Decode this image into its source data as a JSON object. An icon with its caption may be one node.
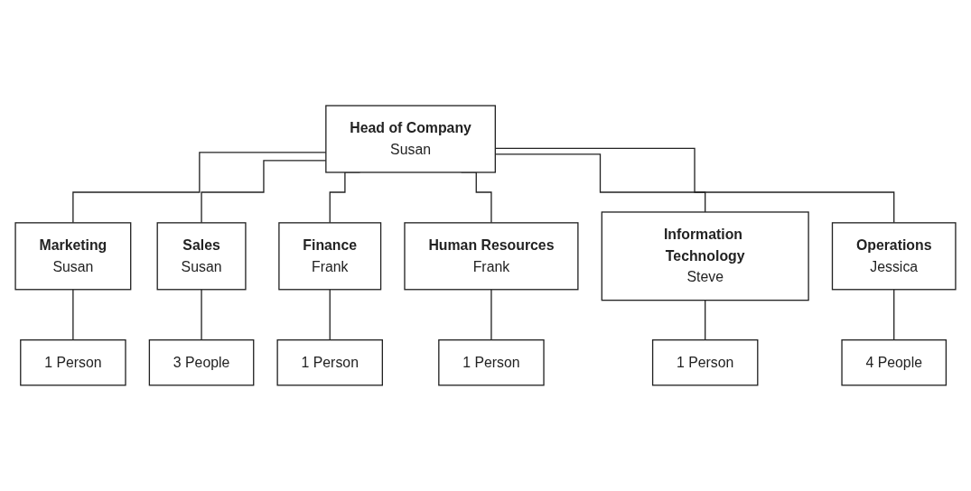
{
  "diagram": {
    "nodes": [
      {
        "text": [
          "Head of Company",
          "Susan"
        ]
      },
      {
        "text": [
          "Marketing",
          "Susan"
        ]
      },
      {
        "text": [
          "Sales",
          "Susan"
        ]
      },
      {
        "text": [
          "Finance",
          "Frank"
        ]
      },
      {
        "text": [
          "Human Resources",
          "Frank"
        ]
      },
      {
        "text": [
          "Information Technology",
          "Steve"
        ]
      },
      {
        "text": [
          "Operations",
          "Jessica"
        ]
      },
      {
        "text": [
          "1 Person"
        ]
      },
      {
        "text": [
          "3 People"
        ]
      },
      {
        "text": [
          "1 Person"
        ]
      },
      {
        "text": [
          "1 Person"
        ]
      },
      {
        "text": [
          "1 Person"
        ]
      },
      {
        "text": [
          "4 People"
        ]
      }
    ],
    "edges": [
      {
        "from": 0,
        "to": 1,
        "arrow": "none"
      },
      {
        "from": 0,
        "to": 2,
        "arrow": "none"
      },
      {
        "from": 0,
        "to": 3,
        "arrow": "none"
      },
      {
        "from": 0,
        "to": 4,
        "arrow": "none"
      },
      {
        "from": 0,
        "to": 5,
        "arrow": "none"
      },
      {
        "from": 0,
        "to": 6,
        "arrow": "none"
      },
      {
        "from": 1,
        "to": 7,
        "arrow": "none"
      },
      {
        "from": 2,
        "to": 8,
        "arrow": "none"
      },
      {
        "from": 3,
        "to": 9,
        "arrow": "none"
      },
      {
        "from": 4,
        "to": 10,
        "arrow": "none"
      },
      {
        "from": 5,
        "to": 11,
        "arrow": "none"
      },
      {
        "from": 6,
        "to": 12,
        "arrow": "none"
      }
    ]
  }
}
